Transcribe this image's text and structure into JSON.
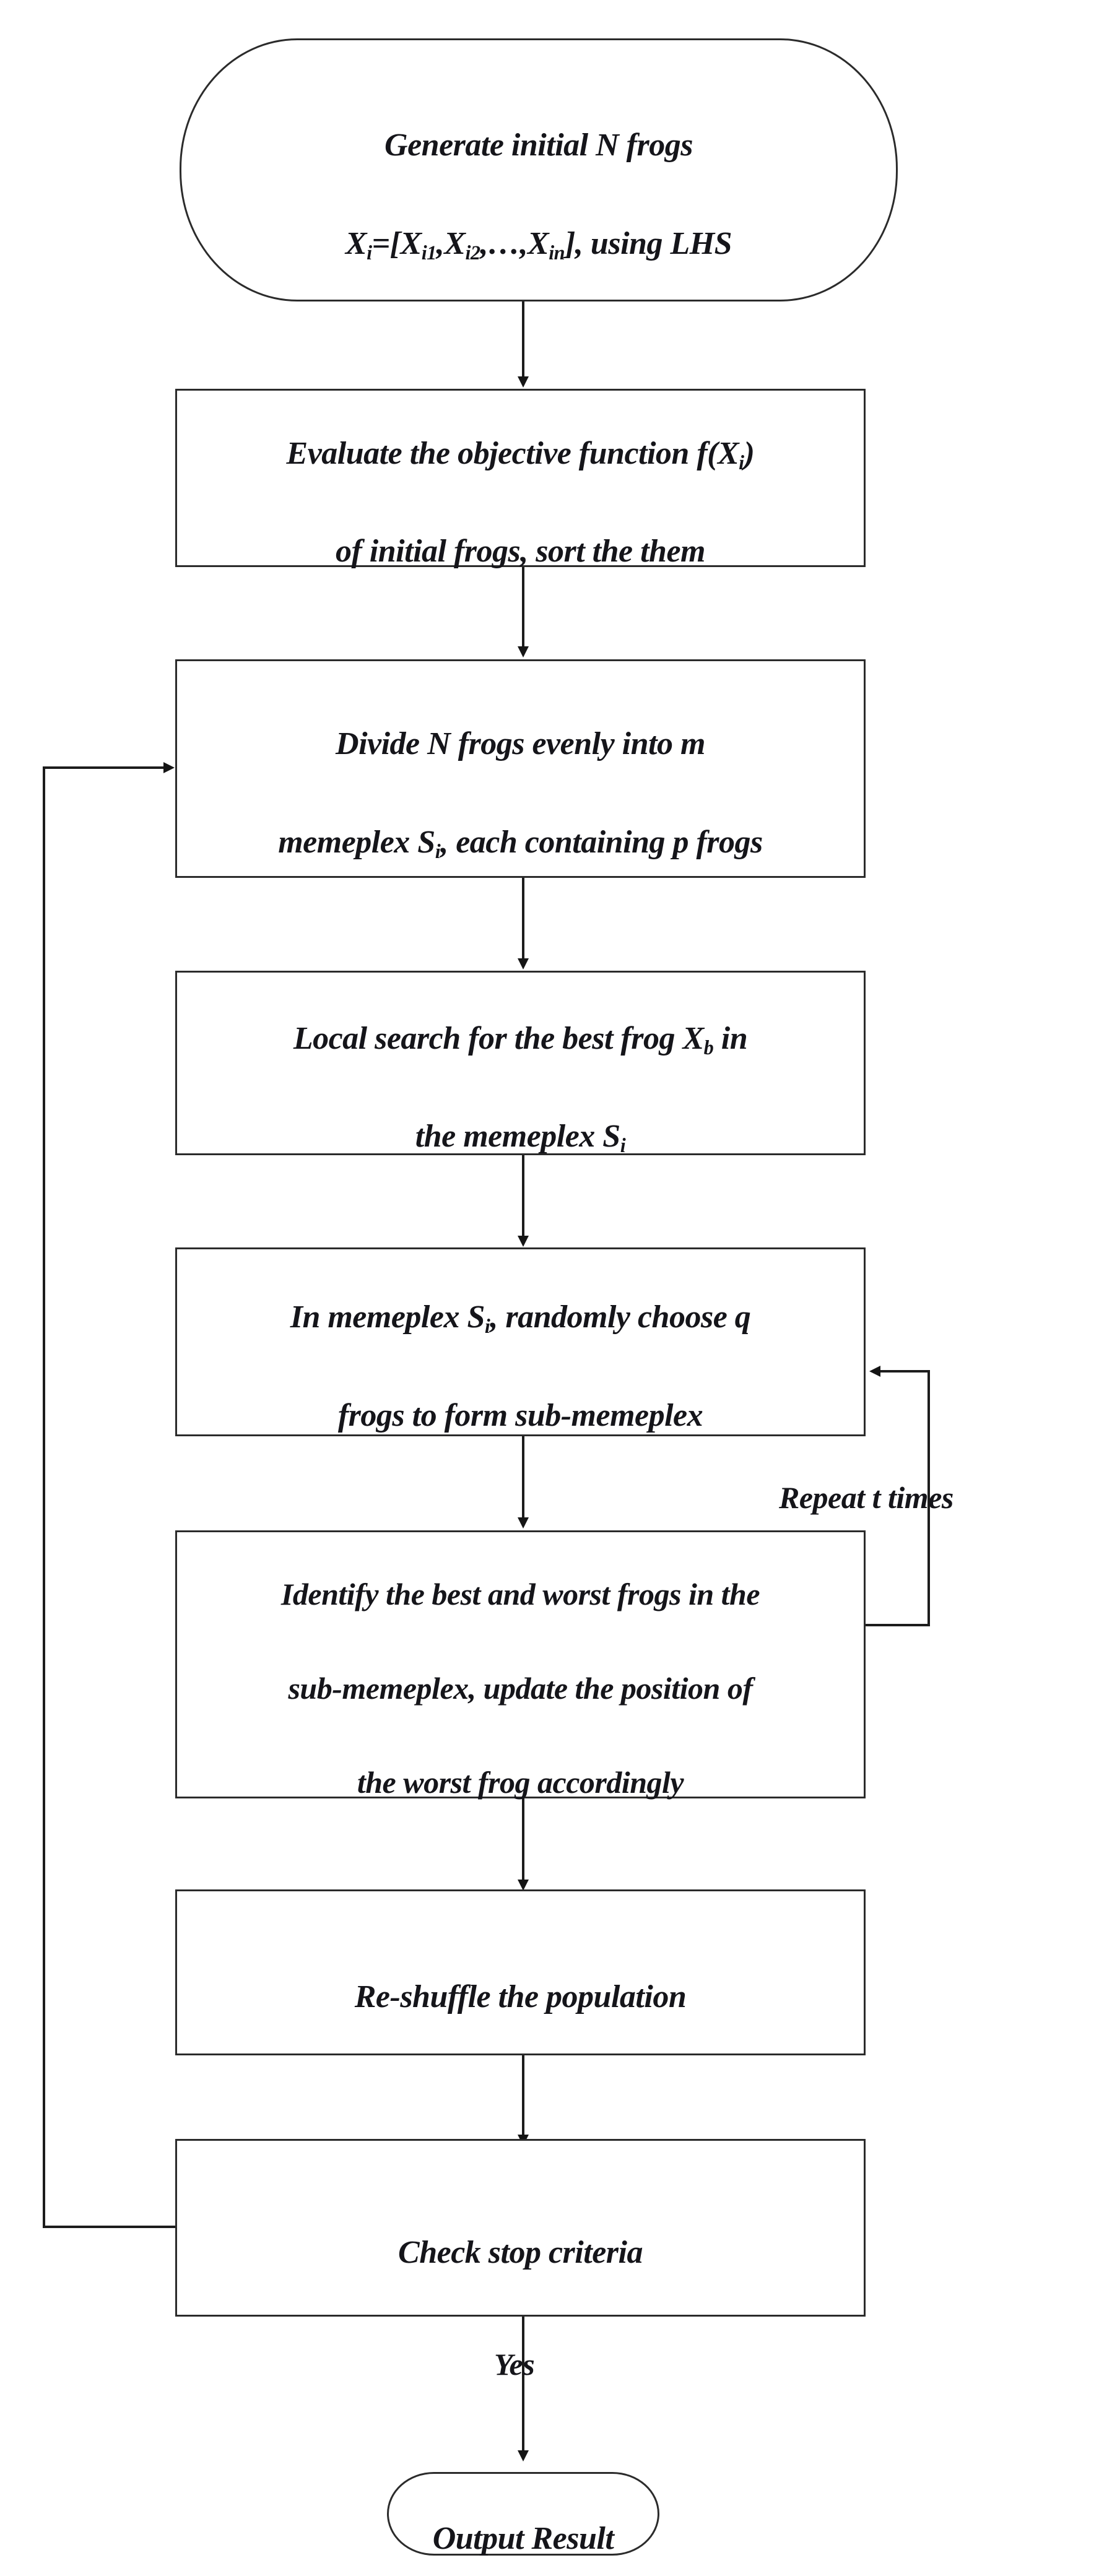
{
  "diagram": {
    "type": "flowchart",
    "title": "Shuffled Frog Leaping Algorithm flowchart",
    "stroke_color": "#2b2b2b",
    "text_color": "#15151a",
    "background": "#ffffff"
  },
  "nodes": {
    "start": {
      "shape": "rounded-terminal",
      "line1": "Generate initial N frogs",
      "formula_prefix": "X",
      "formula_sub1": "i",
      "formula_mid": "=[X",
      "formula_sub2": "i1",
      "formula_sep1": ",X",
      "formula_sub3": "i2",
      "formula_sep2": ",…,X",
      "formula_sub4": "in",
      "formula_suffix": "], using LHS"
    },
    "evaluate": {
      "shape": "process",
      "line1_a": "Evaluate the objective function f(X",
      "line1_sub": "i",
      "line1_b": ")",
      "line2": "of initial frogs, sort the them"
    },
    "divide": {
      "shape": "process",
      "line1": "Divide N frogs evenly into m",
      "line2_a": "memeplex S",
      "line2_sub": "i",
      "line2_b": ", each containing p frogs"
    },
    "local_search": {
      "shape": "process",
      "line1_a": "Local search for the best frog X",
      "line1_sub": "b",
      "line1_b": " in",
      "line2_a": "the memeplex S",
      "line2_sub": "i",
      "line2_b": ""
    },
    "sub_memeplex": {
      "shape": "process",
      "line1_a": "In memeplex S",
      "line1_sub": "i",
      "line1_b": ", randomly choose q",
      "line2": "frogs to form sub-memeplex"
    },
    "identify": {
      "shape": "process",
      "line1": "Identify the best and worst frogs in the",
      "line2": "sub-memeplex, update the position of",
      "line3": "the worst frog accordingly"
    },
    "reshuffle": {
      "shape": "process",
      "line1": "Re-shuffle the population"
    },
    "check_stop": {
      "shape": "process",
      "line1": "Check stop criteria"
    },
    "output": {
      "shape": "rounded-terminal",
      "line1": "Output Result"
    }
  },
  "edge_labels": {
    "repeat": "Repeat t times",
    "yes": "Yes"
  },
  "edges": [
    {
      "from": "start",
      "to": "evaluate",
      "label": ""
    },
    {
      "from": "evaluate",
      "to": "divide",
      "label": ""
    },
    {
      "from": "divide",
      "to": "local_search",
      "label": ""
    },
    {
      "from": "local_search",
      "to": "sub_memeplex",
      "label": ""
    },
    {
      "from": "sub_memeplex",
      "to": "identify",
      "label": ""
    },
    {
      "from": "identify",
      "to": "sub_memeplex",
      "label": "Repeat t times"
    },
    {
      "from": "identify",
      "to": "reshuffle",
      "label": ""
    },
    {
      "from": "reshuffle",
      "to": "check_stop",
      "label": ""
    },
    {
      "from": "check_stop",
      "to": "divide",
      "label": ""
    },
    {
      "from": "check_stop",
      "to": "output",
      "label": "Yes"
    }
  ]
}
